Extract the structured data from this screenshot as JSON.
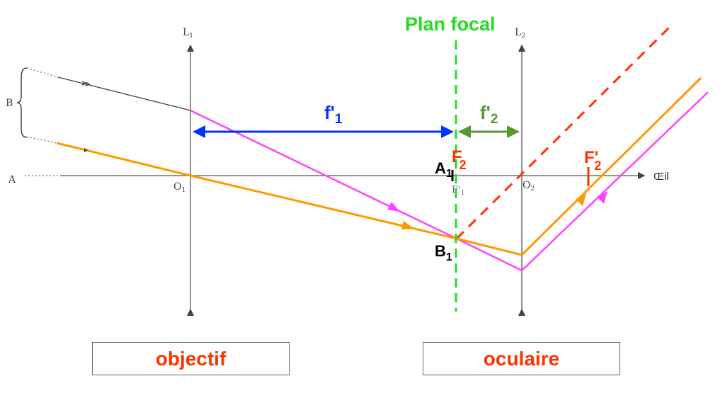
{
  "labels": {
    "plan_focal": "Plan focal",
    "L1": "L",
    "L1_sub": "1",
    "L2": "L",
    "L2_sub": "2",
    "B": "B",
    "A": "A",
    "O1": "O",
    "O1_sub": "1",
    "O2": "O",
    "O2_sub": "2",
    "F1p": "F'",
    "F1p_sub": "1",
    "A1": "A",
    "A1_sub": "1",
    "B1": "B",
    "B1_sub": "1",
    "F2": "F",
    "F2_sub": "2",
    "F2p": "F'",
    "F2p_sub": "2",
    "f1": "f'",
    "f1_sub": "1",
    "f2": "f'",
    "f2_sub": "2",
    "oeil": "Œil"
  },
  "boxes": {
    "objectif": "objectif",
    "oculaire": "oculaire"
  },
  "colors": {
    "pink": "#ff44ff",
    "orange": "#ff9900",
    "blue": "#0033ff",
    "green": "#22dd22",
    "olive": "#559933",
    "red": "#ff3300"
  }
}
